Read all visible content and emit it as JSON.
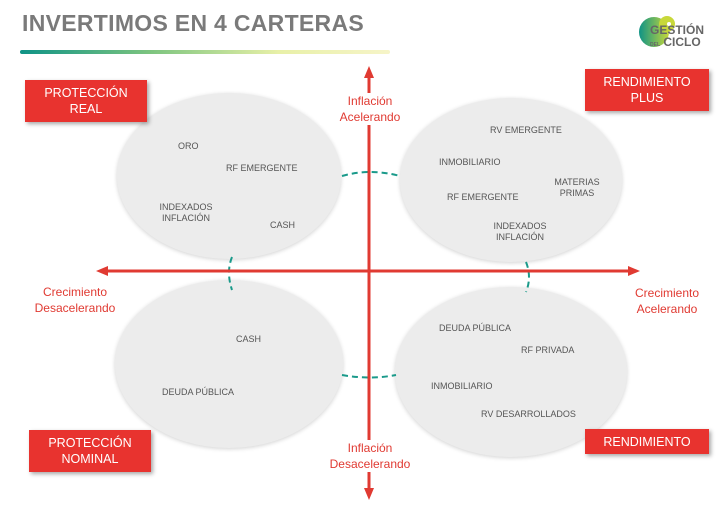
{
  "header": {
    "title": "INVERTIMOS EN 4 CARTERAS",
    "logo": {
      "line1": "GESTIÓN",
      "small": "DEL",
      "line2": "CICLO"
    }
  },
  "colors": {
    "accent_red": "#e8332f",
    "axis_red": "#e03a32",
    "teal": "#0f9386"
  },
  "axes": {
    "top": [
      "Inflación",
      "Acelerando"
    ],
    "bottom": [
      "Inflación",
      "Desacelerando"
    ],
    "left": [
      "Crecimiento",
      "Desacelerando"
    ],
    "right": [
      "Crecimiento",
      "Acelerando"
    ]
  },
  "quadrants": {
    "top_left": {
      "label": [
        "PROTECCIÓN",
        "REAL"
      ],
      "items": [
        "ORO",
        "RF EMERGENTE",
        "INDEXADOS",
        "INFLACIÓN",
        "CASH"
      ]
    },
    "top_right": {
      "label": [
        "RENDIMIENTO",
        "PLUS"
      ],
      "items": [
        "RV EMERGENTE",
        "INMOBILIARIO",
        "MATERIAS",
        "PRIMAS",
        "RF EMERGENTE",
        "INDEXADOS",
        "INFLACIÓN"
      ]
    },
    "bottom_left": {
      "label": [
        "PROTECCIÓN",
        "NOMINAL"
      ],
      "items": [
        "CASH",
        "DEUDA PÚBLICA"
      ]
    },
    "bottom_right": {
      "label": [
        "RENDIMIENTO"
      ],
      "items": [
        "DEUDA PÚBLICA",
        "RF PRIVADA",
        "INMOBILIARIO",
        "RV DESARROLLADOS"
      ]
    }
  }
}
